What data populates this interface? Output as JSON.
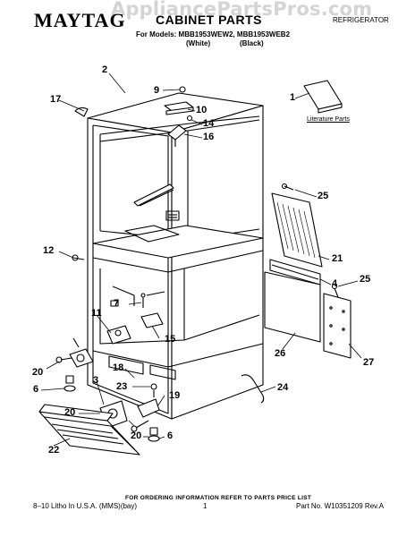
{
  "watermark": "AppliancePartsPros.com",
  "header": {
    "brand": "MAYTAG",
    "title": "CABINET PARTS",
    "category": "REFRIGERATOR",
    "models_line": "For Models: MBB1953WEW2, MBB1953WEB2",
    "variant_white": "(White)",
    "variant_black": "(Black)"
  },
  "literature_label": "Literature Parts",
  "callouts": {
    "c1": "1",
    "c2": "2",
    "c3": "3",
    "c4": "4",
    "c6a": "6",
    "c6b": "6",
    "c7": "7",
    "c9": "9",
    "c10": "10",
    "c11": "11",
    "c12": "12",
    "c14": "14",
    "c15": "15",
    "c16": "16",
    "c17": "17",
    "c18": "18",
    "c19": "19",
    "c20a": "20",
    "c20b": "20",
    "c20c": "20",
    "c21": "21",
    "c22": "22",
    "c23": "23",
    "c24": "24",
    "c25a": "25",
    "c25b": "25",
    "c26": "26",
    "c27": "27"
  },
  "footer": {
    "ordering_info": "FOR ORDERING INFORMATION REFER TO PARTS PRICE LIST",
    "litho": "8–10 Litho In U.S.A. (MMS)(bay)",
    "page": "1",
    "part_no": "Part No. W10351209 Rev.A"
  }
}
